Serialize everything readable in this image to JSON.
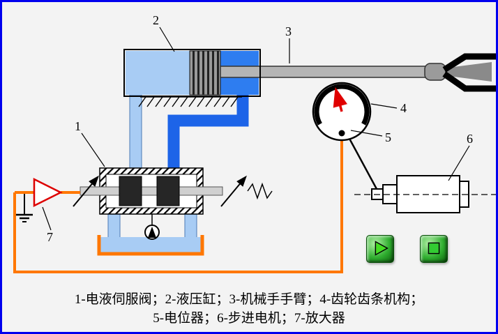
{
  "callouts": {
    "c1": "1",
    "c2": "2",
    "c3": "3",
    "c4": "4",
    "c5": "5",
    "c6": "6",
    "c7": "7"
  },
  "caption": {
    "line1": "1-电液伺服阀；2-液压缸；3-机械手手臂；4-齿轮齿条机构；",
    "line2": "5-电位器；6-步进电机；7-放大器"
  },
  "colors": {
    "frame_blue": "#0000ee",
    "pipe_blue": "#1d64e8",
    "fluid_light_blue": "#a8ccf4",
    "chamber_blue": "#2e7df0",
    "wire_orange": "#ff7700",
    "needle_red": "#e00000",
    "amplifier_red": "#dd0000",
    "button_green_light": "#44dd22",
    "button_green_dark": "#0a5c0a"
  },
  "icons": {
    "play": "play-icon",
    "stop": "stop-icon"
  }
}
